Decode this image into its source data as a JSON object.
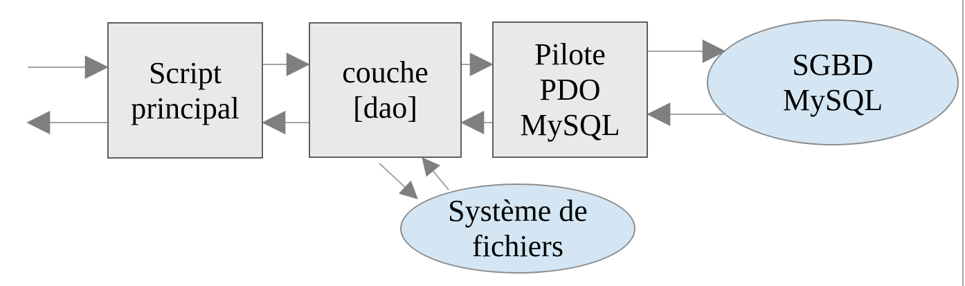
{
  "nodes": {
    "script-principal": {
      "lines": [
        "Script",
        "principal"
      ]
    },
    "couche-dao": {
      "lines": [
        "couche",
        "[dao]"
      ]
    },
    "pilote-pdo-mysql": {
      "lines": [
        "Pilote",
        "PDO",
        "MySQL"
      ]
    },
    "sgbd-mysql": {
      "lines": [
        "SGBD",
        "MySQL"
      ]
    },
    "systeme-fichiers": {
      "lines": [
        "Système de",
        "fichiers"
      ]
    }
  },
  "edges": [
    {
      "from": "external",
      "to": "script-principal"
    },
    {
      "from": "script-principal",
      "to": "external"
    },
    {
      "from": "script-principal",
      "to": "couche-dao"
    },
    {
      "from": "couche-dao",
      "to": "script-principal"
    },
    {
      "from": "couche-dao",
      "to": "pilote-pdo-mysql"
    },
    {
      "from": "pilote-pdo-mysql",
      "to": "couche-dao"
    },
    {
      "from": "pilote-pdo-mysql",
      "to": "sgbd-mysql"
    },
    {
      "from": "sgbd-mysql",
      "to": "pilote-pdo-mysql"
    },
    {
      "from": "couche-dao",
      "to": "systeme-fichiers"
    },
    {
      "from": "systeme-fichiers",
      "to": "couche-dao"
    }
  ],
  "colors": {
    "box-fill": "#e9e9e9",
    "box-border": "#5f5f5f",
    "ellipse-fill": "#d4e6f3",
    "ellipse-border": "#8c8c8c",
    "arrow-line": "#a3a3a3",
    "arrow-head": "#7f7f7f",
    "page-edge": "#a6a6a6",
    "text": "#000000"
  }
}
